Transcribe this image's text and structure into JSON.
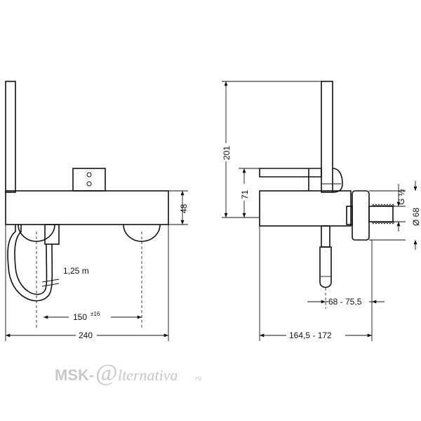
{
  "front_view": {
    "hose_length_label": "1,25 m",
    "center_distance_label": "150",
    "center_distance_tolerance": "±16",
    "width_label": "240",
    "body_height_label": "48"
  },
  "side_view": {
    "overall_height_label": "201",
    "lever_height_label": "71",
    "thread_label": "G ½",
    "rosette_diameter_label": "Ø 68",
    "projection_label": "68 - 75,5",
    "depth_label": "164,5 - 172"
  },
  "watermark": {
    "brand_prefix": "MSK-",
    "brand_letter": "@",
    "brand_suffix": "lternativa",
    "domain_suffix": ".ru"
  }
}
